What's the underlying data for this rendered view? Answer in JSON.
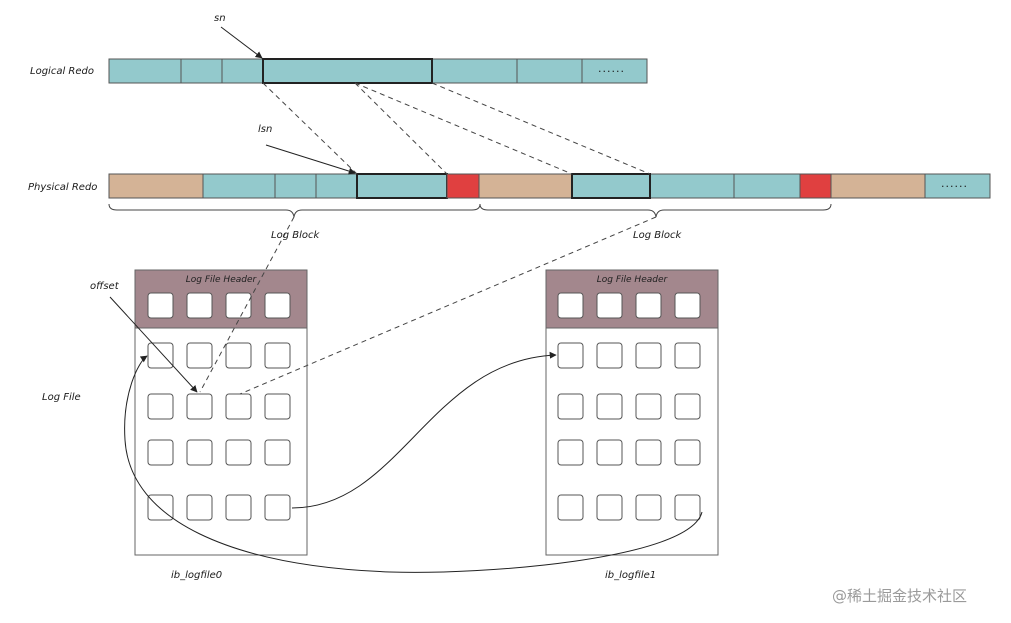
{
  "labels": {
    "sn": "sn",
    "lsn": "lsn",
    "logical_redo": "Logical Redo",
    "physical_redo": "Physical Redo",
    "log_block_1": "Log Block",
    "log_block_2": "Log Block",
    "offset": "offset",
    "log_file": "Log File",
    "file0_header": "Log File Header",
    "file1_header": "Log File Header",
    "file0_name": "ib_logfile0",
    "file1_name": "ib_logfile1",
    "ellipsis_logical": "......",
    "ellipsis_physical": "......"
  },
  "watermark": "@稀土掘金技术社区",
  "colors": {
    "teal": "#93c9cc",
    "tan": "#d4b396",
    "red": "#e04040",
    "header": "#a3878d",
    "line": "#333333"
  }
}
